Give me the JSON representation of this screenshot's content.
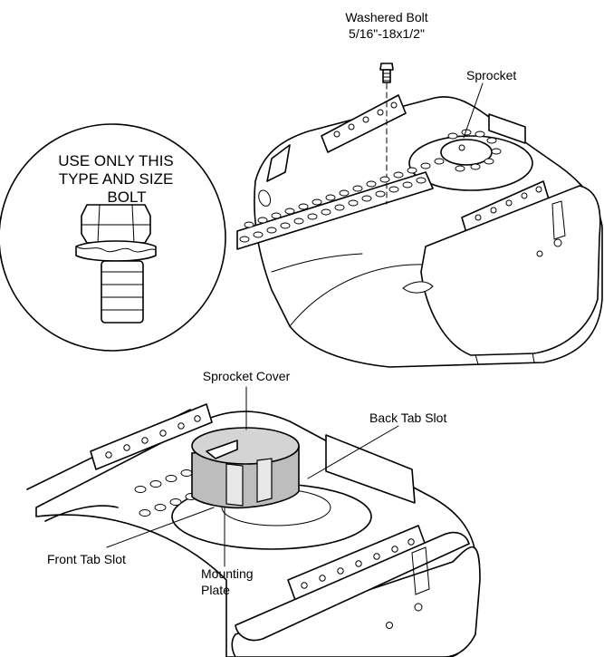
{
  "labels": {
    "washered_bolt_line1": "Washered Bolt",
    "washered_bolt_line2": "5/16\"-18x1/2\"",
    "sprocket": "Sprocket",
    "callout_line1": "USE ONLY THIS",
    "callout_line2": "TYPE AND SIZE",
    "callout_line3": "BOLT",
    "sprocket_cover": "Sprocket Cover",
    "back_tab_slot": "Back Tab Slot",
    "front_tab_slot": "Front Tab Slot",
    "mounting_plate_line1": "Mounting",
    "mounting_plate_line2": "Plate"
  }
}
